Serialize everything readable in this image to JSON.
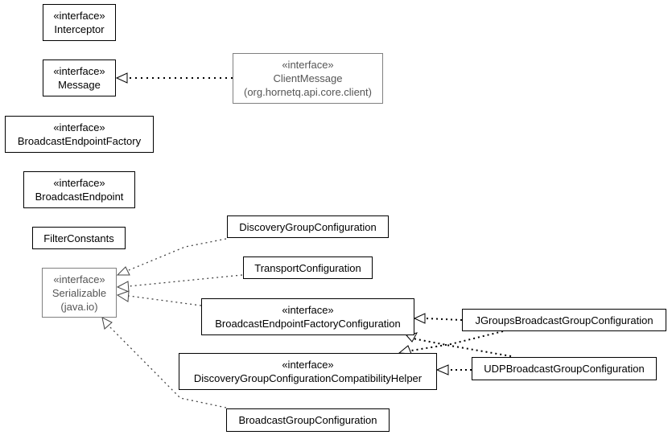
{
  "stereotype": "«interface»",
  "classes": {
    "interceptor": {
      "name": "Interceptor"
    },
    "message": {
      "name": "Message"
    },
    "client_message": {
      "name": "ClientMessage",
      "package": "(org.hornetq.api.core.client)"
    },
    "broadcast_endpoint_factory": {
      "name": "BroadcastEndpointFactory"
    },
    "broadcast_endpoint": {
      "name": "BroadcastEndpoint"
    },
    "filter_constants": {
      "name": "FilterConstants"
    },
    "serializable": {
      "name": "Serializable",
      "package": "(java.io)"
    },
    "discovery_group_configuration": {
      "name": "DiscoveryGroupConfiguration"
    },
    "transport_configuration": {
      "name": "TransportConfiguration"
    },
    "broadcast_endpoint_factory_configuration": {
      "name": "BroadcastEndpointFactoryConfiguration"
    },
    "jgroups_broadcast_group_configuration": {
      "name": "JGroupsBroadcastGroupConfiguration"
    },
    "discovery_group_configuration_compatibility_helper": {
      "name": "DiscoveryGroupConfigurationCompatibilityHelper"
    },
    "udp_broadcast_group_configuration": {
      "name": "UDPBroadcastGroupConfiguration"
    },
    "broadcast_group_configuration": {
      "name": "BroadcastGroupConfiguration"
    }
  },
  "colors": {
    "line": "#000000",
    "external_border": "#808080",
    "external_text": "#555555"
  }
}
